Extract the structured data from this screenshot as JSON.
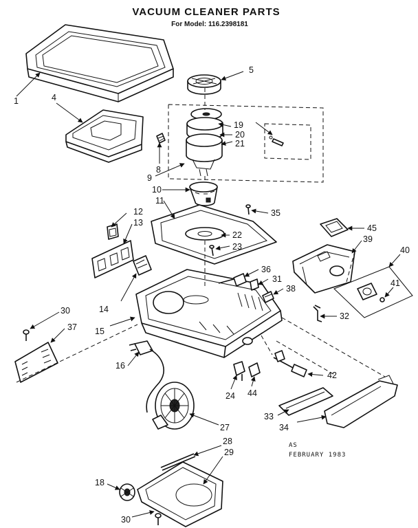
{
  "title": "VACUUM CLEANER PARTS",
  "subtitle": "For Model: 116.2398181",
  "note_line1": "AS",
  "note_line2": "FEBRUARY 1983",
  "labels": {
    "p1": "1",
    "p4": "4",
    "p5": "5",
    "p8": "8",
    "p9": "9",
    "p10": "10",
    "p11": "11",
    "p12": "12",
    "p13": "13",
    "p14": "14",
    "p15": "15",
    "p16": "16",
    "p18": "18",
    "p19": "19",
    "p20": "20",
    "p21": "21",
    "p22": "22",
    "p23": "23",
    "p24": "24",
    "p27": "27",
    "p28": "28",
    "p29": "29",
    "p30a": "30",
    "p30b": "30",
    "p31": "31",
    "p32": "32",
    "p33": "33",
    "p34": "34",
    "p35": "35",
    "p36": "36",
    "p37": "37",
    "p38": "38",
    "p39": "39",
    "p40": "40",
    "p41": "41",
    "p42": "42",
    "p44": "44",
    "p45": "45"
  }
}
